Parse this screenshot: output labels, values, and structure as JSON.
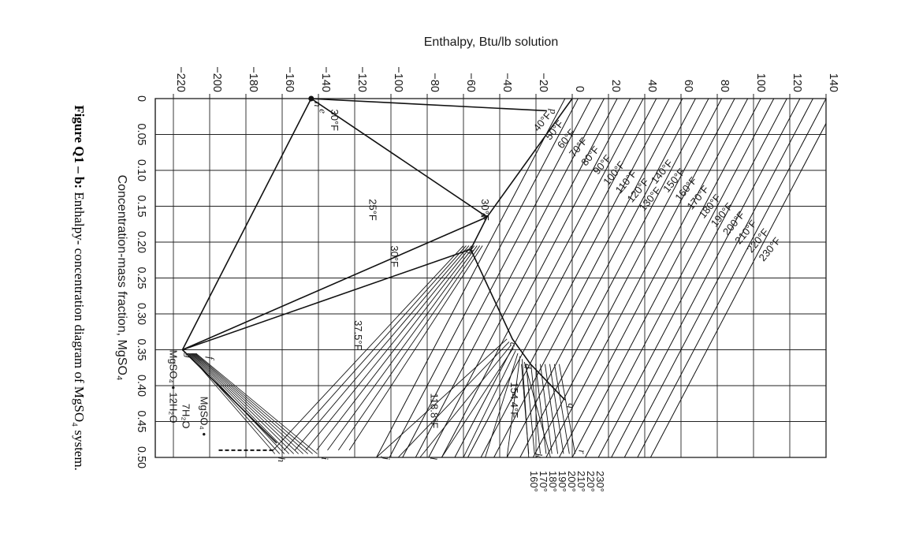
{
  "caption": {
    "label": "Figure Q1 – b:",
    "text": " Enthalpy- concentration diagram of MgSO₄ system."
  },
  "chart_data": {
    "type": "line",
    "title": "",
    "xlabel": "Concentration-mass fraction, MgSO₄",
    "ylabel": "Enthalpy, Btu/lb solution",
    "xlim": [
      0,
      0.5
    ],
    "ylim": [
      -230,
      140
    ],
    "xticks": [
      0,
      0.05,
      0.1,
      0.15,
      0.2,
      0.25,
      0.3,
      0.35,
      0.4,
      0.45,
      0.5
    ],
    "xtick_labels": [
      "0",
      "0.05",
      "0.10",
      "0.15",
      "0.20",
      "0.25",
      "0.30",
      "0.35",
      "0.40",
      "0.45",
      "0.50"
    ],
    "yticks": [
      -220,
      -200,
      -180,
      -160,
      -140,
      -120,
      -100,
      -80,
      -60,
      -40,
      -20,
      0,
      20,
      40,
      60,
      80,
      100,
      120,
      140
    ],
    "grid": true,
    "orientation": "rotated 90° counter-clockwise",
    "isotherm_labels": [
      "40°F",
      "50°F",
      "60°F",
      "70°F",
      "80°F",
      "90°F",
      "100°F",
      "110°F",
      "120°F",
      "130°F",
      "140°F",
      "150°F",
      "160°F",
      "170°F",
      "180°F",
      "190°F",
      "200°F",
      "210°F",
      "220°F",
      "230°F"
    ],
    "right_temperature_labels": [
      "230°",
      "220°",
      "210°",
      "200°",
      "190°",
      "180°",
      "170°",
      "160°"
    ],
    "region_labels": [
      {
        "text": "30°F",
        "x": 0.03,
        "y": -133
      },
      {
        "text": "25°F",
        "x": 0.155,
        "y": -112
      },
      {
        "text": "30°F",
        "x": 0.22,
        "y": -100
      },
      {
        "text": "37.5°F",
        "x": 0.33,
        "y": -120
      },
      {
        "text": "118.8°F",
        "x": 0.435,
        "y": -78
      },
      {
        "text": "154.4°F",
        "x": 0.42,
        "y": -34
      },
      {
        "text": "30°F",
        "x": 0.155,
        "y": -50
      }
    ],
    "compound_labels": [
      "MgSO₄ • 12H₂O",
      "MgSO₄ •",
      "7H₂O"
    ],
    "points": [
      {
        "label": "n",
        "x": 0.0,
        "y": -144
      },
      {
        "label": "e",
        "x": 0.01,
        "y": -141
      },
      {
        "label": "p",
        "x": 0.01,
        "y": -14
      },
      {
        "label": "a",
        "x": 0.155,
        "y": -52
      },
      {
        "label": "b",
        "x": 0.205,
        "y": -60
      },
      {
        "label": "c",
        "x": 0.335,
        "y": -36
      },
      {
        "label": "d",
        "x": 0.365,
        "y": -28
      },
      {
        "label": "q",
        "x": 0.42,
        "y": -4
      },
      {
        "label": "g",
        "x": 0.35,
        "y": -215
      },
      {
        "label": "f",
        "x": 0.355,
        "y": -203
      },
      {
        "label": "h",
        "x": 0.495,
        "y": -164
      },
      {
        "label": "i",
        "x": 0.495,
        "y": -140
      },
      {
        "label": "j",
        "x": 0.495,
        "y": -106
      },
      {
        "label": "k",
        "x": 0.49,
        "y": -22
      },
      {
        "label": "l",
        "x": 0.495,
        "y": -80
      },
      {
        "label": "r",
        "x": 0.485,
        "y": 2
      }
    ],
    "series": [
      {
        "values": [
          [
            0.0,
            -145
          ],
          [
            0.017,
            -14
          ]
        ]
      },
      {
        "values": [
          [
            0.0,
            -144
          ],
          [
            0.165,
            -47
          ]
        ]
      },
      {
        "values": [
          [
            0.0,
            -144
          ],
          [
            0.35,
            -215
          ]
        ]
      },
      {
        "values": [
          [
            0.35,
            -215
          ],
          [
            0.48,
            -163
          ]
        ]
      },
      {
        "values": [
          [
            0.165,
            -47
          ],
          [
            0.35,
            -215
          ]
        ]
      },
      {
        "values": [
          [
            0.21,
            -56
          ],
          [
            0.35,
            -215
          ]
        ]
      },
      {
        "values": [
          [
            0.0,
            -144
          ],
          [
            0.0,
            -144
          ]
        ]
      },
      {
        "values": [
          [
            0.0,
            0
          ],
          [
            0.165,
            -47
          ],
          [
            0.21,
            -56
          ],
          [
            0.335,
            -33
          ],
          [
            0.37,
            -23
          ]
        ]
      },
      {
        "values": [
          [
            0.37,
            -23
          ],
          [
            0.42,
            -4
          ]
        ]
      }
    ]
  }
}
